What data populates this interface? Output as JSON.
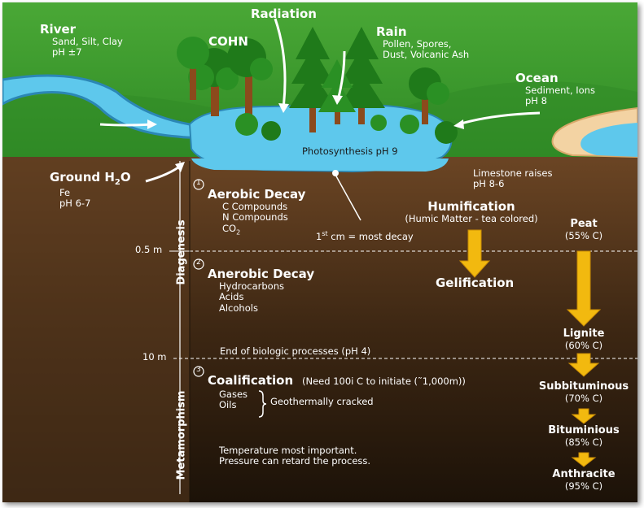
{
  "surface": {
    "river": {
      "title": "River",
      "line1": "Sand, Silt, Clay",
      "line2": "pH ±7"
    },
    "cohn": "COHN",
    "radiation": "Radiation",
    "rain": {
      "title": "Rain",
      "line1": "Pollen, Spores,",
      "line2": "Dust, Volcanic Ash"
    },
    "ocean": {
      "title": "Ocean",
      "line1": "Sediment, Ions",
      "line2": "pH 8"
    },
    "photosynthesis": "Photosynthesis pH 9"
  },
  "ground": {
    "title_pre": "Ground H",
    "title_sub": "2",
    "title_post": "O",
    "line1": "Fe",
    "line2": "pH 6-7"
  },
  "limestone": {
    "line1": "Limestone raises",
    "line2": "pH 8-6"
  },
  "stage1": {
    "num": "1",
    "title": "Aerobic Decay",
    "items": [
      "C Compounds",
      "N Compounds",
      "CO"
    ],
    "co2_sub": "2"
  },
  "first_cm": {
    "pre": "1",
    "sup": "st",
    "post": " cm = most decay"
  },
  "humification": {
    "title": "Humification",
    "subtitle": "(Humic Matter - tea colored)"
  },
  "gelification": "Gelification",
  "stage2": {
    "num": "2",
    "title": "Anerobic Decay",
    "items": [
      "Hydrocarbons",
      "Acids",
      "Alcohols"
    ]
  },
  "end_biologic": "End of biologic processes (pH 4)",
  "stage3": {
    "num": "3",
    "title": "Coalification",
    "note": "(Need 100i C to initiate (˜1,000m))",
    "items": [
      "Gases",
      "Oils"
    ],
    "cracked": "Geothermally cracked"
  },
  "temperature": {
    "line1": "Temperature most important.",
    "line2": "Pressure can retard the process."
  },
  "depths": {
    "d1": "0.5 m",
    "d2": "10 m"
  },
  "zones": {
    "diagenesis": "Diagenesis",
    "metamorphism": "Metamorphism"
  },
  "coal_ranks": [
    {
      "name": "Peat",
      "carbon": "(55% C)"
    },
    {
      "name": "Lignite",
      "carbon": "(60% C)"
    },
    {
      "name": "Subbituminous",
      "carbon": "(70% C)"
    },
    {
      "name": "Bituminious",
      "carbon": "(85% C)"
    },
    {
      "name": "Anthracite",
      "carbon": "(95% C)"
    }
  ],
  "colors": {
    "grass": "#3f9a2e",
    "water": "#5ec8ec",
    "soil_top": "#6b4524",
    "soil_bottom": "#1c1208",
    "arrow": "#f2b90f",
    "sand": "#f3d3a3"
  }
}
